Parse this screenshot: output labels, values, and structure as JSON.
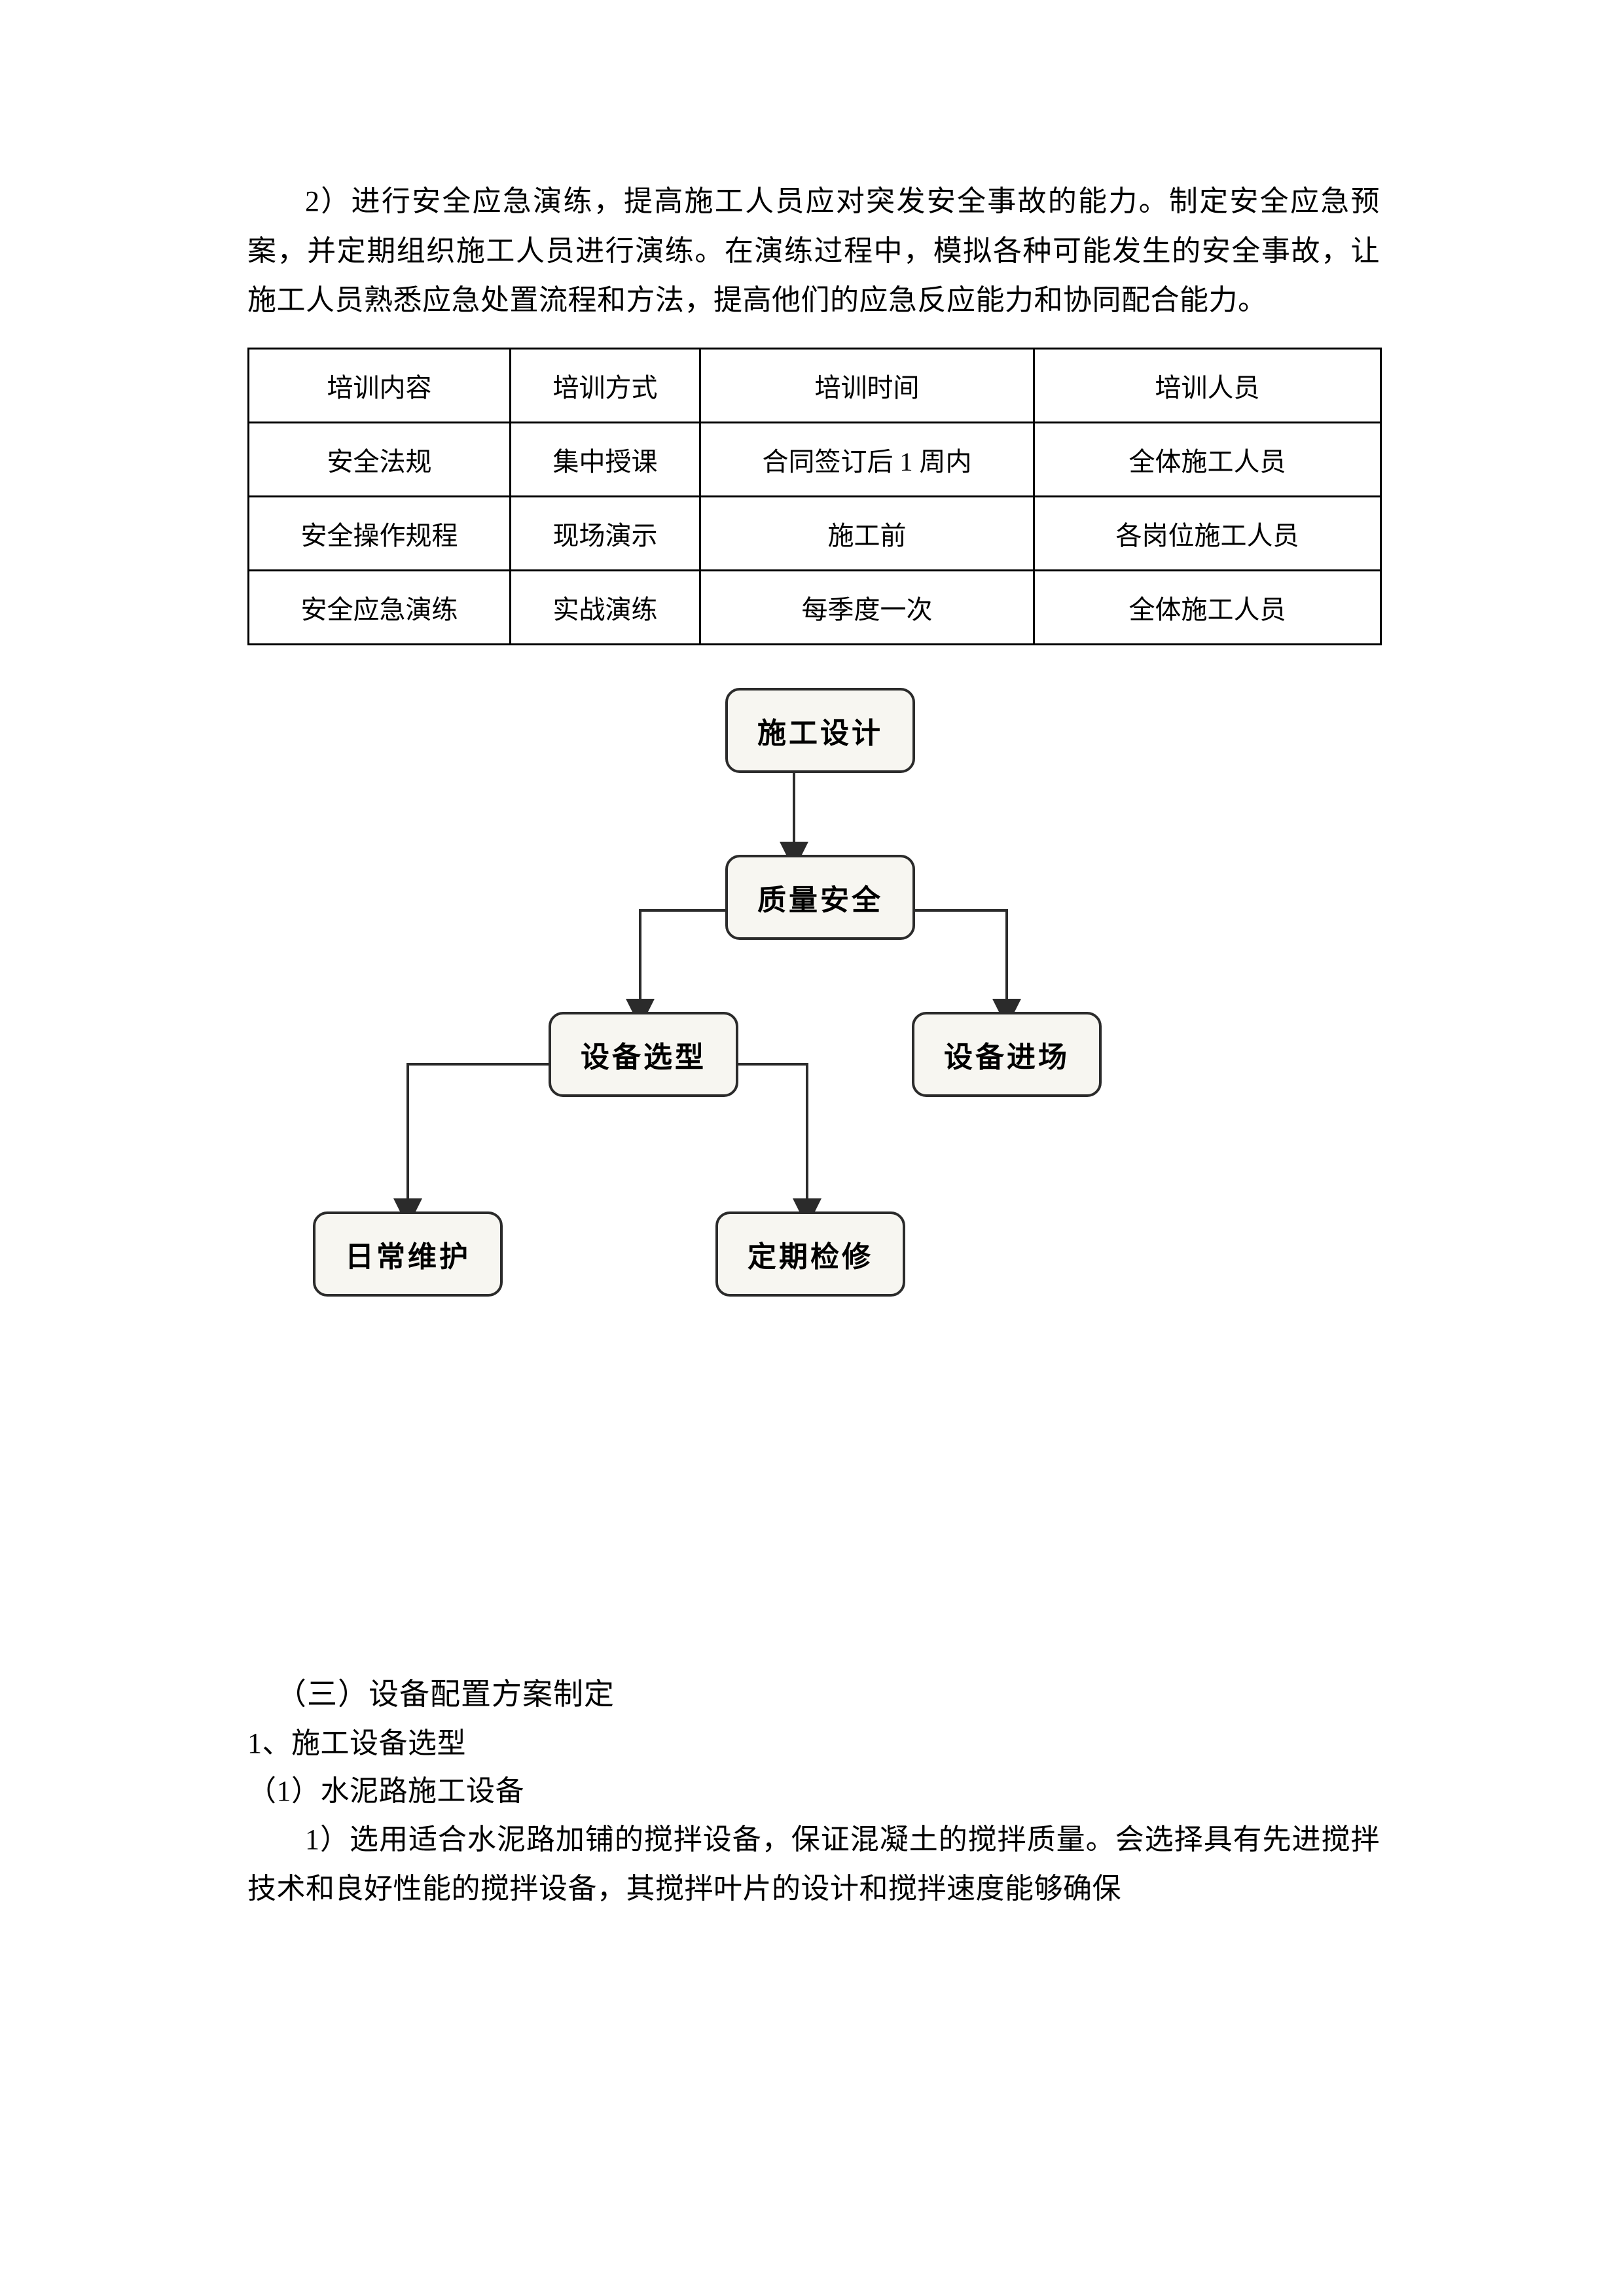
{
  "document": {
    "paragraph_1": "2）进行安全应急演练，提高施工人员应对突发安全事故的能力。制定安全应急预案，并定期组织施工人员进行演练。在演练过程中，模拟各种可能发生的安全事故，让施工人员熟悉应急处置流程和方法，提高他们的应急反应能力和协同配合能力。",
    "table": {
      "headers": [
        "培训内容",
        "培训方式",
        "培训时间",
        "培训人员"
      ],
      "rows": [
        [
          "安全法规",
          "集中授课",
          "合同签订后 1 周内",
          "全体施工人员"
        ],
        [
          "安全操作规程",
          "现场演示",
          "施工前",
          "各岗位施工人员"
        ],
        [
          "安全应急演练",
          "实战演练",
          "每季度一次",
          "全体施工人员"
        ]
      ]
    },
    "flowchart": {
      "nodes": [
        {
          "id": "n1",
          "label": "施工设计"
        },
        {
          "id": "n2",
          "label": "质量安全"
        },
        {
          "id": "n3",
          "label": "设备选型"
        },
        {
          "id": "n4",
          "label": "设备进场"
        },
        {
          "id": "n5",
          "label": "日常维护"
        },
        {
          "id": "n6",
          "label": "定期检修"
        }
      ]
    },
    "heading_1": "（三）设备配置方案制定",
    "sub_1": "1、施工设备选型",
    "sub_2": "（1）水泥路施工设备",
    "paragraph_2": "1）选用适合水泥路加铺的搅拌设备，保证混凝土的搅拌质量。会选择具有先进搅拌技术和良好性能的搅拌设备，其搅拌叶片的设计和搅拌速度能够确保"
  }
}
